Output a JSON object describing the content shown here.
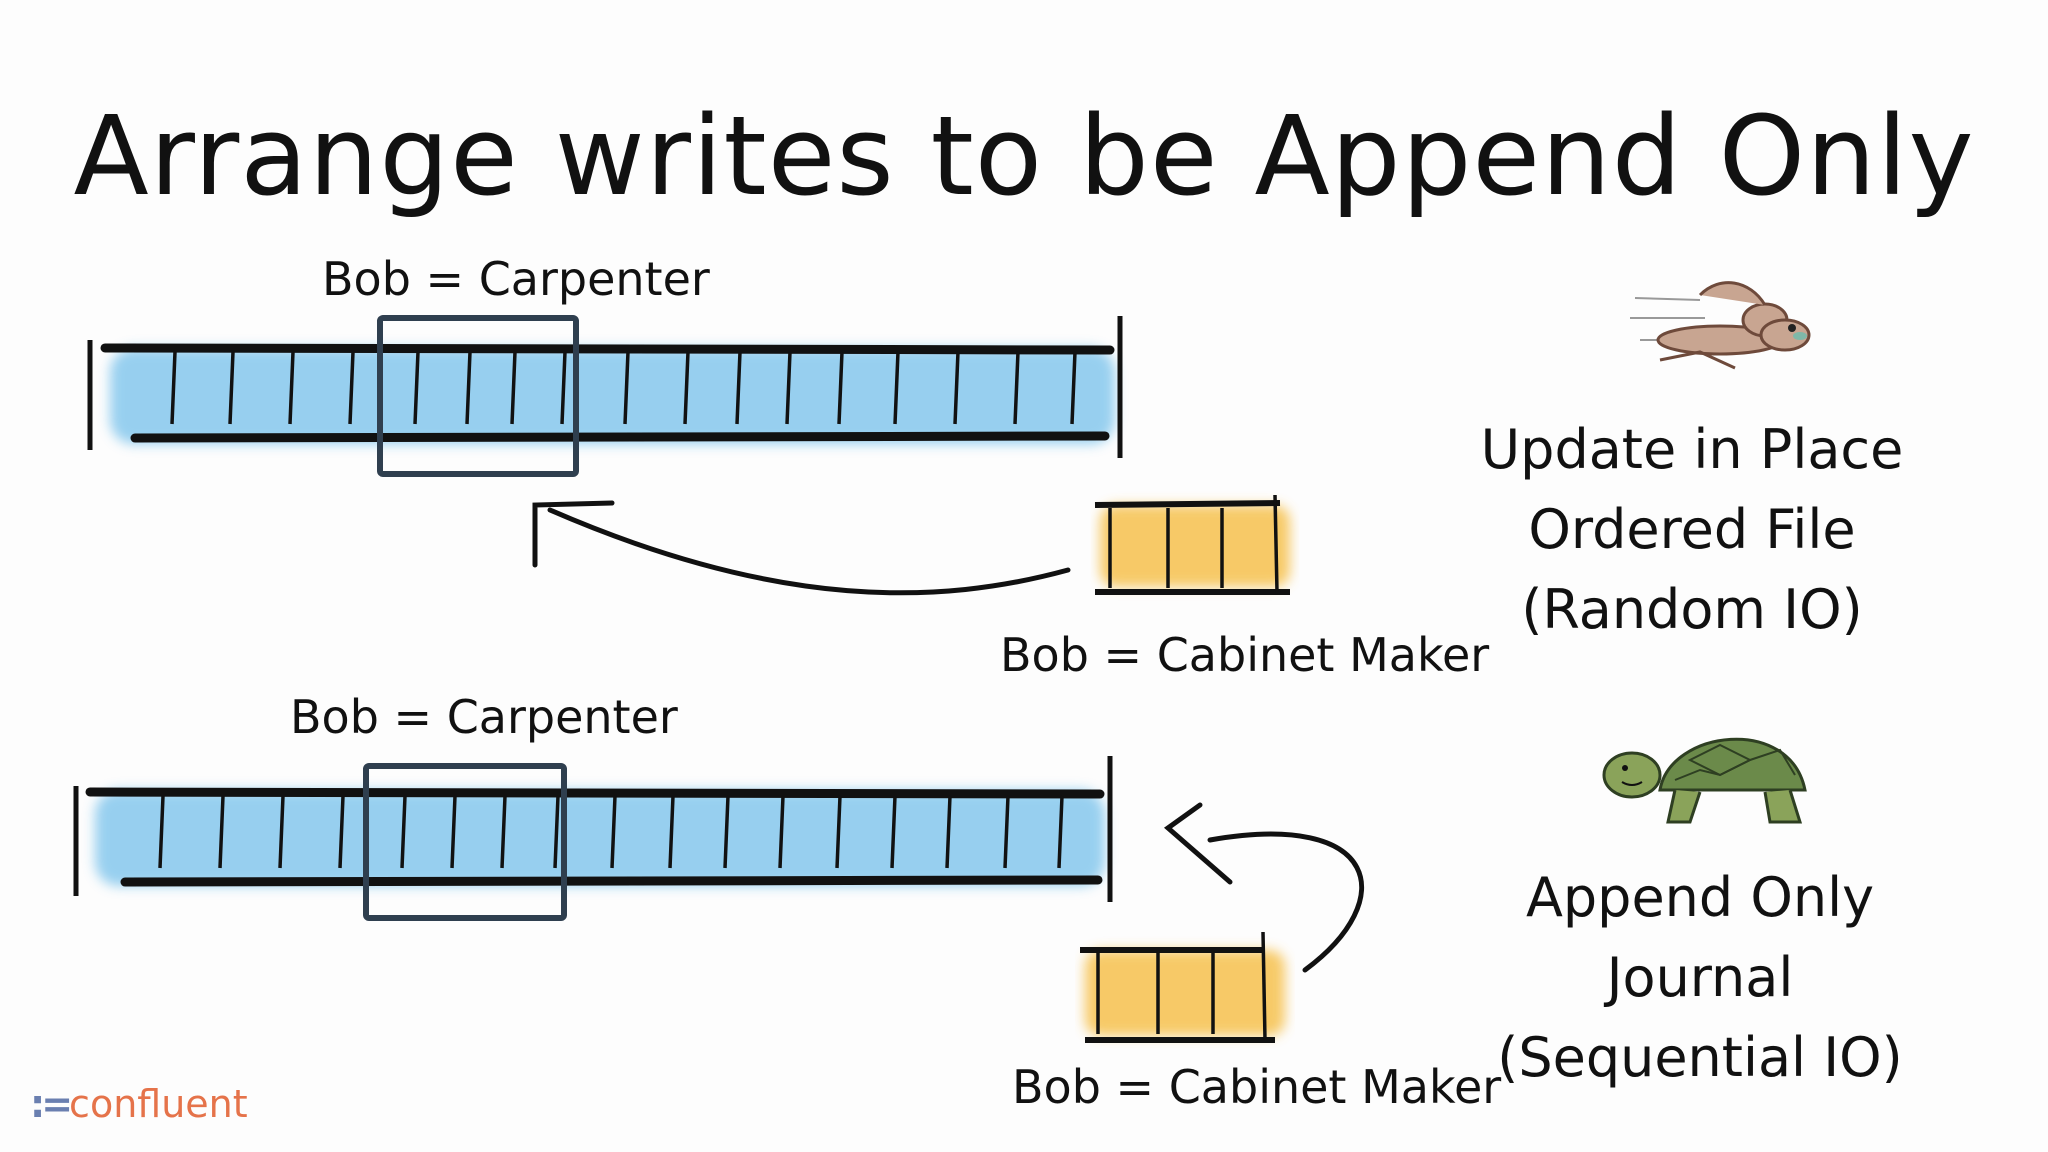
{
  "title": "Arrange writes to be Append Only",
  "top": {
    "file_label": "Bob = Carpenter",
    "update_label": "Bob = Cabinet Maker",
    "side_lines": [
      "Update in Place",
      "Ordered File",
      "(Random IO)"
    ],
    "icon": "hare-icon"
  },
  "bottom": {
    "file_label": "Bob = Carpenter",
    "update_label": "Bob = Cabinet Maker",
    "side_lines": [
      "Append Only",
      "Journal",
      "(Sequential IO)"
    ],
    "icon": "tortoise-icon"
  },
  "colors": {
    "file": "#7ec4ec",
    "update": "#f6c14e",
    "frame": "#2f3f4f",
    "logo": "#e5734a"
  },
  "logo": {
    "text": "confluent"
  }
}
